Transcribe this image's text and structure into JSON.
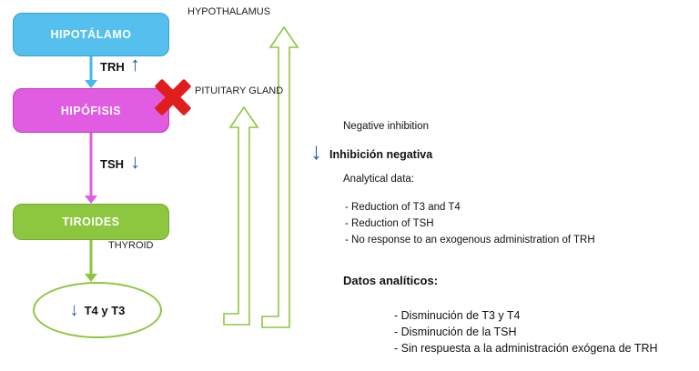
{
  "colors": {
    "hypothalamus_box": "#55C0EE",
    "pituitary_box": "#E05CE0",
    "thyroid_box": "#8DC63F",
    "feedback_arrow_green": "#8DC63F",
    "inhibition_arrow_blue": "#2B59A8",
    "blocked_x_red": "#E01E1E"
  },
  "boxes": {
    "hypothalamus": "HIPOTÁLAMO",
    "pituitary": "HIPÓFISIS",
    "thyroid": "TIROIDES"
  },
  "english_labels": {
    "hypothalamus": "HYPOTHALAMUS",
    "pituitary": "PITUITARY GLAND",
    "thyroid": "THYROID"
  },
  "hormones": {
    "trh": "TRH",
    "tsh": "TSH",
    "output": "T4 y T3"
  },
  "arrows": {
    "up": "↑",
    "down": "↓"
  },
  "annotations": {
    "inhibition_en": "Negative inhibition",
    "inhibition_es": "Inhibición negativa",
    "analytical_title": "Analytical data:",
    "analytical_items": [
      "- Reduction of T3 and T4",
      "- Reduction of TSH",
      "- No response to an exogenous administration of TRH"
    ],
    "datos_title": "Datos analíticos:",
    "datos_items": [
      "- Disminución de T3 y T4",
      "- Disminución de la TSH",
      "- Sin respuesta a la  administración exógena de TRH"
    ]
  }
}
